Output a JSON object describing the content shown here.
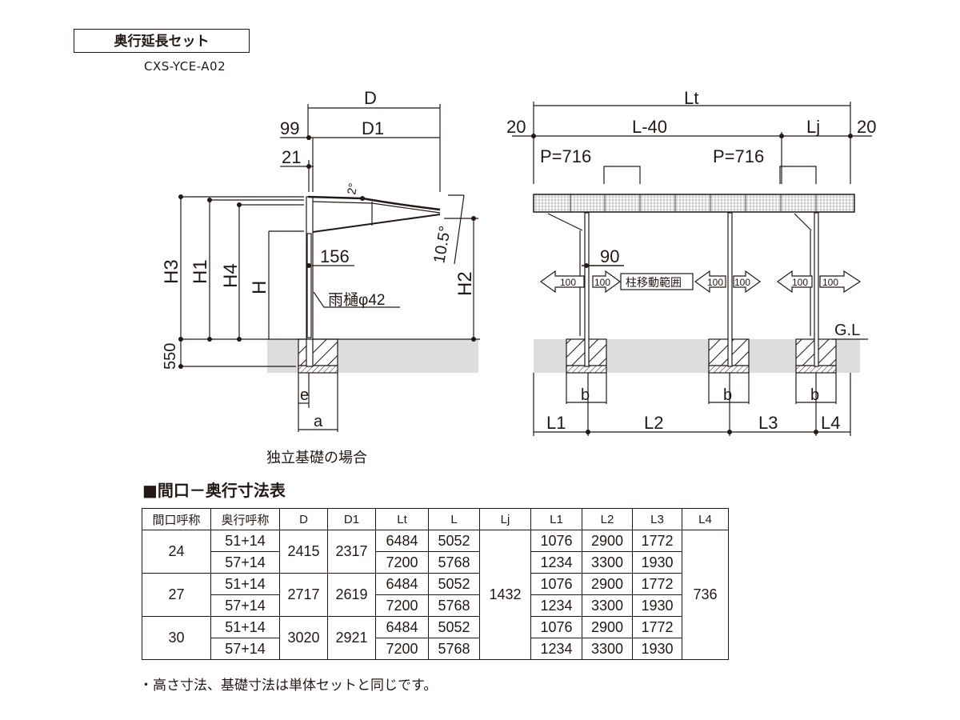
{
  "header": {
    "title": "奥行延長セット",
    "model_code": "CXS-YCE-A02"
  },
  "side_view": {
    "D": "D",
    "D1": "D1",
    "dim_99": "99",
    "dim_21": "21",
    "angle_top": "2°",
    "angle_tip": "10.5°",
    "H3": "H3",
    "H1": "H1",
    "H4": "H4",
    "H": "H",
    "H2": "H2",
    "dim_156": "156",
    "gutter": "雨樋φ42",
    "dim_550": "550",
    "e": "e",
    "a": "a",
    "caption": "独立基礎の場合"
  },
  "front_view": {
    "Lt": "Lt",
    "edge_left": "20",
    "L40": "L-40",
    "Lj": "Lj",
    "edge_right": "20",
    "pitch_1": "P=716",
    "pitch_2": "P=716",
    "dim_90": "90",
    "move_range": "柱移動範囲",
    "shift": "100",
    "GL": "G.L",
    "b": "b",
    "L1": "L1",
    "L2": "L2",
    "L3": "L3",
    "L4": "L4"
  },
  "table": {
    "title": "■間口－奥行寸法表",
    "headers": [
      "間口呼称",
      "奥行呼称",
      "D",
      "D1",
      "Lt",
      "L",
      "Lj",
      "L1",
      "L2",
      "L3",
      "L4"
    ],
    "Lj": "1432",
    "L4": "736",
    "groups": [
      {
        "width": "24",
        "D": "2415",
        "D1": "2317",
        "rows": [
          [
            "51+14",
            "6484",
            "5052",
            "1076",
            "2900",
            "1772"
          ],
          [
            "57+14",
            "7200",
            "5768",
            "1234",
            "3300",
            "1930"
          ]
        ]
      },
      {
        "width": "27",
        "D": "2717",
        "D1": "2619",
        "rows": [
          [
            "51+14",
            "6484",
            "5052",
            "1076",
            "2900",
            "1772"
          ],
          [
            "57+14",
            "7200",
            "5768",
            "1234",
            "3300",
            "1930"
          ]
        ]
      },
      {
        "width": "30",
        "D": "3020",
        "D1": "2921",
        "rows": [
          [
            "51+14",
            "6484",
            "5052",
            "1076",
            "2900",
            "1772"
          ],
          [
            "57+14",
            "7200",
            "5768",
            "1234",
            "3300",
            "1930"
          ]
        ]
      }
    ],
    "note": "・高さ寸法、基礎寸法は単体セットと同じです。"
  }
}
